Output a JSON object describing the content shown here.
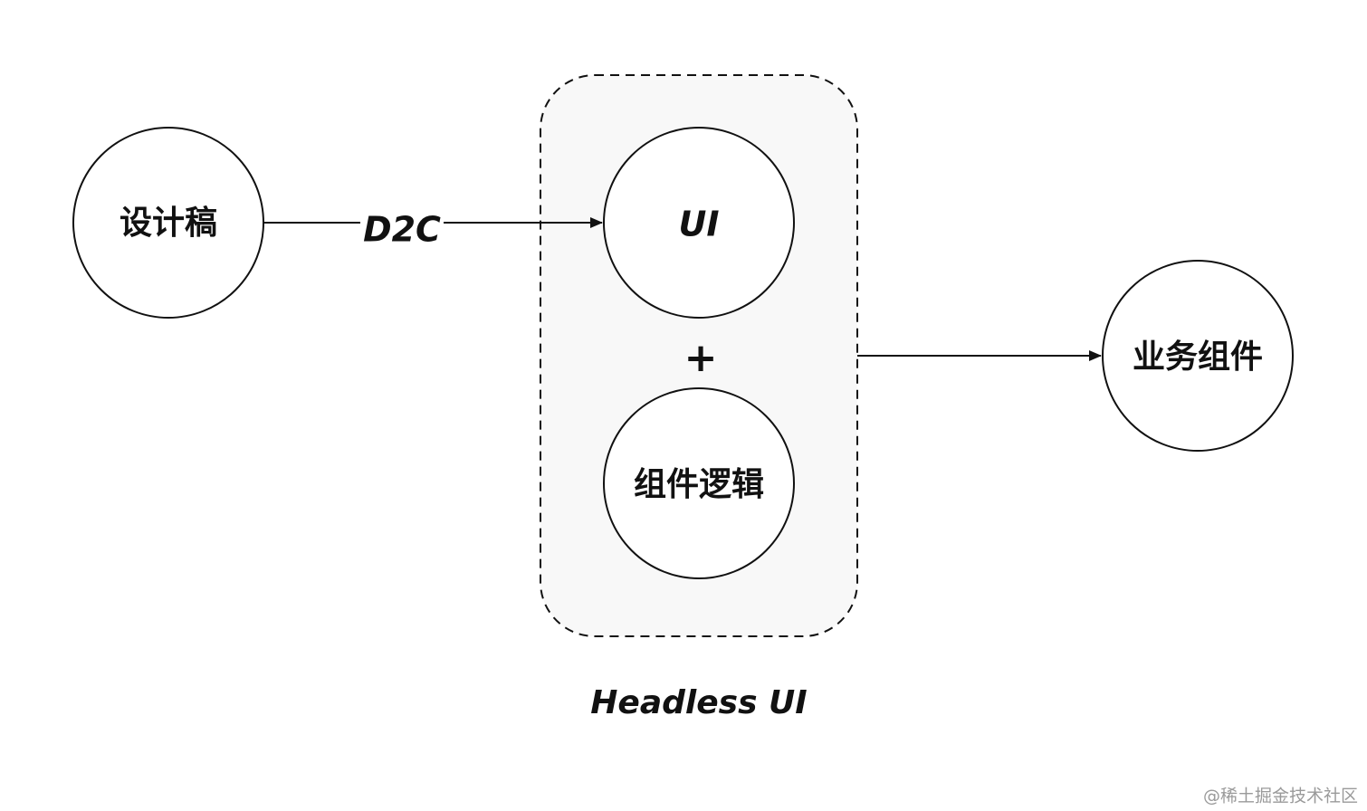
{
  "nodes": {
    "design_draft": "设计稿",
    "ui": "UI",
    "component_logic": "组件逻辑",
    "business_component": "业务组件"
  },
  "edge_label": "D2C",
  "operator": "+",
  "group_label": "Headless UI",
  "watermark": "@稀土掘金技术社区",
  "colors": {
    "stroke": "#111111",
    "group_fill": "#f8f8f8",
    "background": "#ffffff",
    "watermark": "#9a9a9a"
  }
}
